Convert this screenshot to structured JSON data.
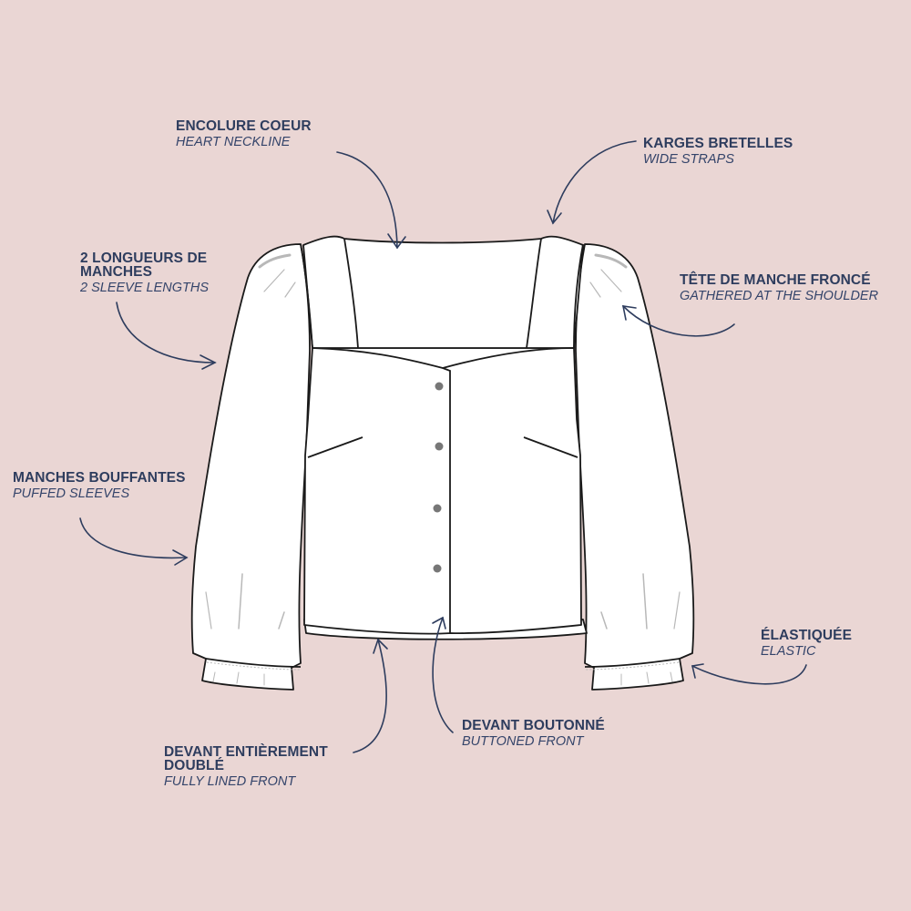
{
  "title": "Top technical features diagram",
  "colors": {
    "background": "#ead6d4",
    "text": "#2e3d5e",
    "arrow": "#2e3d5e",
    "garment_fill": "#ffffff",
    "garment_outline": "#1a1a1a",
    "button": "#777777"
  },
  "garment": {
    "type": "blouse-front-flat-sketch",
    "button_count": 4
  },
  "annotations": [
    {
      "id": "neckline",
      "fr": "ENCOLURE COEUR",
      "en": "HEART NECKLINE"
    },
    {
      "id": "straps",
      "fr": "KARGES BRETELLES",
      "en": "WIDE STRAPS"
    },
    {
      "id": "sleeve-lengths",
      "fr": "2 LONGUEURS DE MANCHES",
      "en": "2 SLEEVE LENGTHS"
    },
    {
      "id": "shoulder",
      "fr": "TÊTE DE MANCHE FRONCÉ",
      "en": "GATHERED AT THE SHOULDER"
    },
    {
      "id": "puffed-sleeves",
      "fr": "MANCHES BOUFFANTES",
      "en": "PUFFED SLEEVES"
    },
    {
      "id": "elastic",
      "fr": "ÉLASTIQUÉE",
      "en": "ELASTIC"
    },
    {
      "id": "lined-front",
      "fr": "DEVANT ENTIÈREMENT DOUBLÉ",
      "en": "FULLY LINED FRONT"
    },
    {
      "id": "buttoned-front",
      "fr": "DEVANT BOUTONNÉ",
      "en": "BUTTONED FRONT"
    }
  ]
}
